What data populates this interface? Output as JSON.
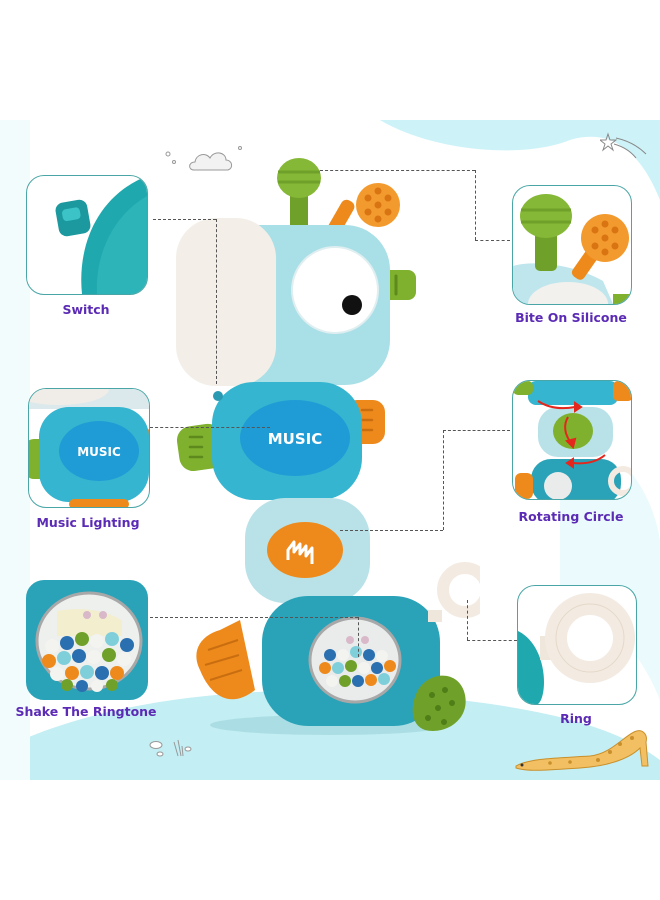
{
  "features": [
    {
      "id": "switch",
      "label": "Switch"
    },
    {
      "id": "bite-on-silicone",
      "label": "Bite On Silicone"
    },
    {
      "id": "music-lighting",
      "label": "Music Lighting"
    },
    {
      "id": "rotating-circle",
      "label": "Rotating Circle"
    },
    {
      "id": "shake-the-ringtone",
      "label": "Shake The Ringtone"
    },
    {
      "id": "ring",
      "label": "Ring"
    }
  ],
  "toy": {
    "music_button_text": "MUSIC"
  },
  "colors": {
    "label_purple": "#5b2bb5",
    "card_border": "#4aa6a6",
    "teal_dark": "#2aa3b8",
    "teal_light": "#a9dfe6",
    "cream": "#f3efe8",
    "green": "#7fb02e",
    "orange": "#ee8a1c",
    "sky": "#cdf3f8"
  }
}
